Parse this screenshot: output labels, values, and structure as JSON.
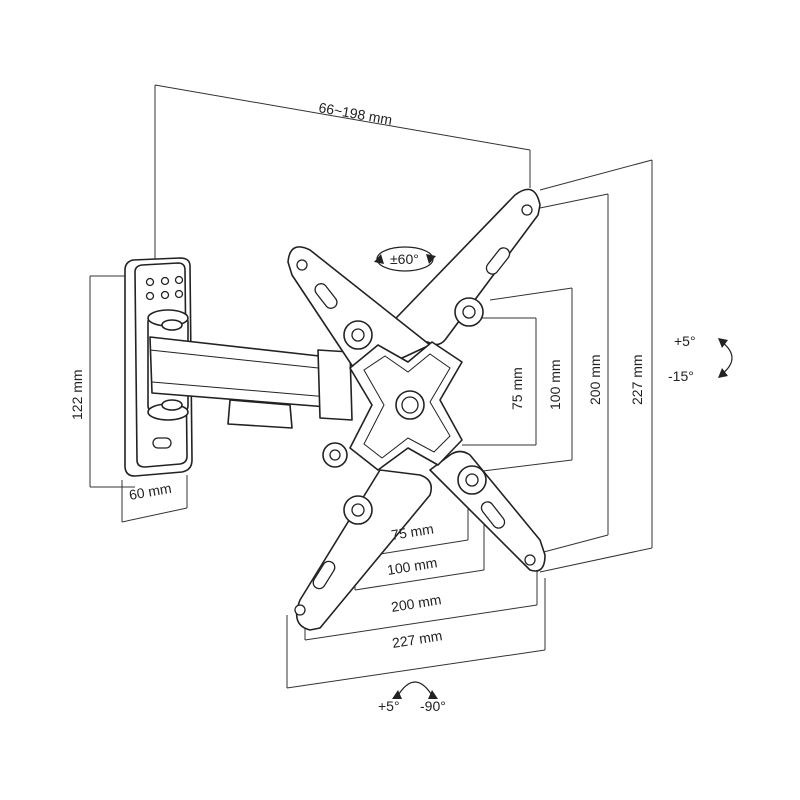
{
  "dimensions": {
    "arm_reach": "66~198 mm",
    "wall_plate_height": "122 mm",
    "wall_plate_width": "60 mm",
    "vesa_v_75": "75 mm",
    "vesa_v_100": "100 mm",
    "vesa_v_200": "200 mm",
    "vesa_v_227": "227 mm",
    "vesa_h_75": "75 mm",
    "vesa_h_100": "100 mm",
    "vesa_h_200": "200 mm",
    "vesa_h_227": "227 mm"
  },
  "rotation": {
    "rotate": "±60°",
    "tilt_up": "+5°",
    "tilt_down": "-15°",
    "swivel_left": "+5°",
    "swivel_right": "-90°"
  }
}
